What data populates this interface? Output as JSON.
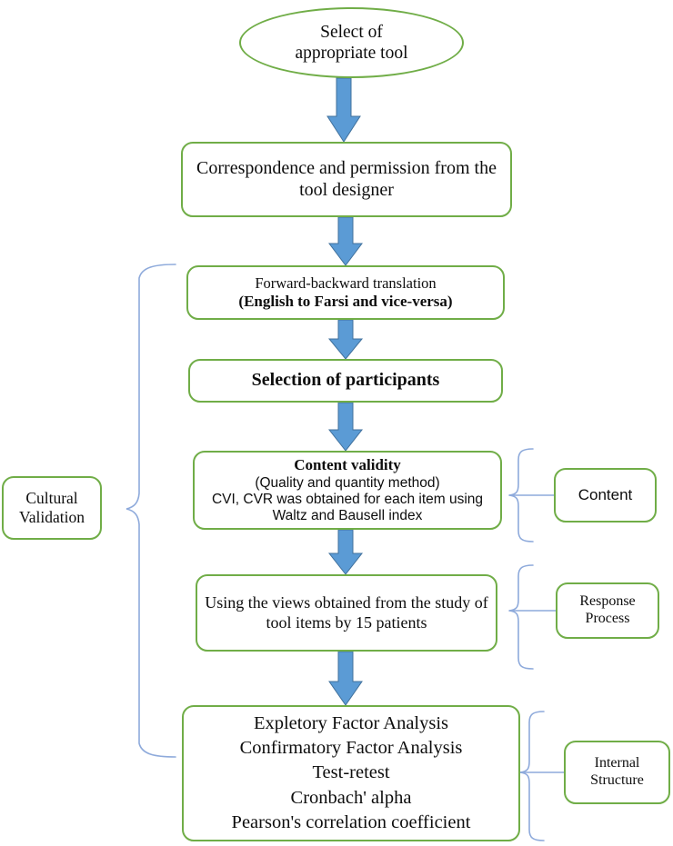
{
  "diagram": {
    "title": "Cultural validation flowchart",
    "colors": {
      "node_border": "#70AD47",
      "arrow_fill": "#5B9BD5",
      "arrow_stroke": "#41719C",
      "brace_stroke": "#8EAADB",
      "text": "#0d0d0d",
      "background": "#ffffff"
    },
    "nodes": {
      "start": {
        "shape": "ellipse",
        "lines": [
          "Select of",
          "appropriate tool"
        ]
      },
      "correspondence": {
        "shape": "rounded-rect",
        "lines": [
          "Correspondence and permission from the",
          "tool designer"
        ]
      },
      "translation": {
        "shape": "rounded-rect",
        "lines": [
          "Forward-backward translation",
          "(English to Farsi and vice-versa)"
        ]
      },
      "participants": {
        "shape": "rounded-rect",
        "lines": [
          "Selection of participants"
        ]
      },
      "content_validity": {
        "shape": "rounded-rect",
        "title": "Content validity",
        "lines": [
          "(Quality and quantity method)",
          "CVI, CVR was obtained for each item using",
          "Waltz and Bausell index"
        ]
      },
      "views": {
        "shape": "rounded-rect",
        "lines": [
          "Using the views obtained from the study of",
          "tool items by 15 patients"
        ]
      },
      "analysis": {
        "shape": "rounded-rect",
        "lines": [
          "Expletory Factor Analysis",
          "Confirmatory Factor Analysis",
          "Test-retest",
          "Cronbach' alpha",
          "Pearson's correlation coefficient"
        ]
      },
      "cultural_validation": {
        "shape": "rounded-rect",
        "lines": [
          "Cultural",
          "Validation"
        ]
      },
      "content_label": {
        "shape": "rounded-rect",
        "lines": [
          "Content"
        ]
      },
      "response_process": {
        "shape": "rounded-rect",
        "lines": [
          "Response",
          "Process"
        ]
      },
      "internal_structure": {
        "shape": "rounded-rect",
        "lines": [
          "Internal",
          "Structure"
        ]
      }
    },
    "arrows": [
      {
        "from": "start",
        "to": "correspondence"
      },
      {
        "from": "correspondence",
        "to": "translation"
      },
      {
        "from": "translation",
        "to": "participants"
      },
      {
        "from": "participants",
        "to": "content_validity"
      },
      {
        "from": "content_validity",
        "to": "views"
      },
      {
        "from": "views",
        "to": "analysis"
      }
    ],
    "braces": [
      {
        "side": "left",
        "label": "cultural_validation",
        "spans": [
          "translation",
          "participants",
          "content_validity",
          "views",
          "analysis"
        ]
      },
      {
        "side": "right",
        "label": "content_label",
        "spans": [
          "content_validity"
        ]
      },
      {
        "side": "right",
        "label": "response_process",
        "spans": [
          "views"
        ]
      },
      {
        "side": "right",
        "label": "internal_structure",
        "spans": [
          "analysis"
        ]
      }
    ]
  }
}
